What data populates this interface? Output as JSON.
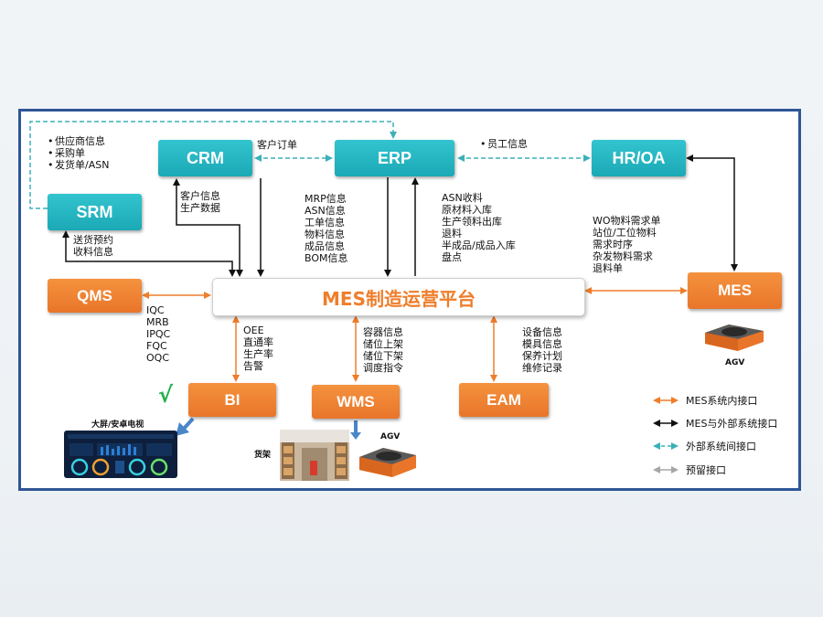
{
  "systems": {
    "crm": "CRM",
    "erp": "ERP",
    "hroa": "HR/OA",
    "srm": "SRM",
    "qms": "QMS",
    "mes": "MES",
    "bi": "BI",
    "wms": "WMS",
    "eam": "EAM"
  },
  "platform_label": "MES制造运营平台",
  "labels": {
    "srm_top": [
      "供应商信息",
      "采购单",
      "发货单/ASN"
    ],
    "crm_erp": "客户订单",
    "erp_hr": "员工信息",
    "crm_down": [
      "客户信息",
      "生产数据"
    ],
    "srm_down": [
      "送货预约",
      "收料信息"
    ],
    "erp_left": [
      "MRP信息",
      "ASN信息",
      "工单信息",
      "物料信息",
      "成品信息",
      "BOM信息"
    ],
    "erp_right": [
      "ASN收料",
      "原材料入库",
      "生产领料出库",
      "退料",
      "半成品/成品入库",
      "盘点"
    ],
    "hr_mes": [
      "WO物料需求单",
      "站位/工位物料",
      "需求时序",
      "杂发物料需求",
      "退料单"
    ],
    "qms": [
      "IQC",
      "MRB",
      "IPQC",
      "FQC",
      "OQC"
    ],
    "bi": [
      "OEE",
      "直通率",
      "生产率",
      "告警"
    ],
    "wms": [
      "容器信息",
      "储位上架",
      "储位下架",
      "调度指令"
    ],
    "eam": [
      "设备信息",
      "模具信息",
      "保养计划",
      "维修记录"
    ]
  },
  "images": {
    "dashboard_caption": "大屏/安卓电视",
    "agv_mes": "AGV",
    "agv_wms": "AGV",
    "shelf": "货架"
  },
  "legend": [
    {
      "label": "MES系统内接口",
      "color": "#ef7d2a",
      "style": "solid"
    },
    {
      "label": "MES与外部系统接口",
      "color": "#111111",
      "style": "solid"
    },
    {
      "label": "外部系统间接口",
      "color": "#3bb0b8",
      "style": "dashed"
    },
    {
      "label": "预留接口",
      "color": "#a6a6a6",
      "style": "solid"
    }
  ],
  "check_mark": "√",
  "colors": {
    "accent_orange": "#ef7d2a",
    "teal": "#1ba9b5",
    "frame": "#2f5597"
  }
}
